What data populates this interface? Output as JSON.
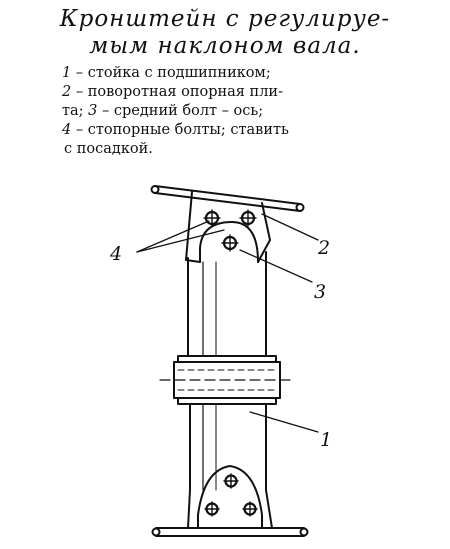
{
  "title": {
    "line1": "Кронштейн с регулируе-",
    "line2": "мым наклоном вала."
  },
  "legend": {
    "line1_num": "1",
    "line1_text": " – стойка с подшипником;",
    "line2_num": "2",
    "line2_text": " – поворотная опорная пли-",
    "line3_a": "та; ",
    "line3_num": "3",
    "line3_b": " – средний болт – ось;",
    "line4_num": "4",
    "line4_text": " – стопорные болты; ставить",
    "line5_text": "с посадкой."
  },
  "labels": {
    "l1": "1",
    "l2": "2",
    "l3": "3",
    "l4": "4"
  },
  "colors": {
    "ink": "#111111",
    "paper": "#ffffff"
  }
}
